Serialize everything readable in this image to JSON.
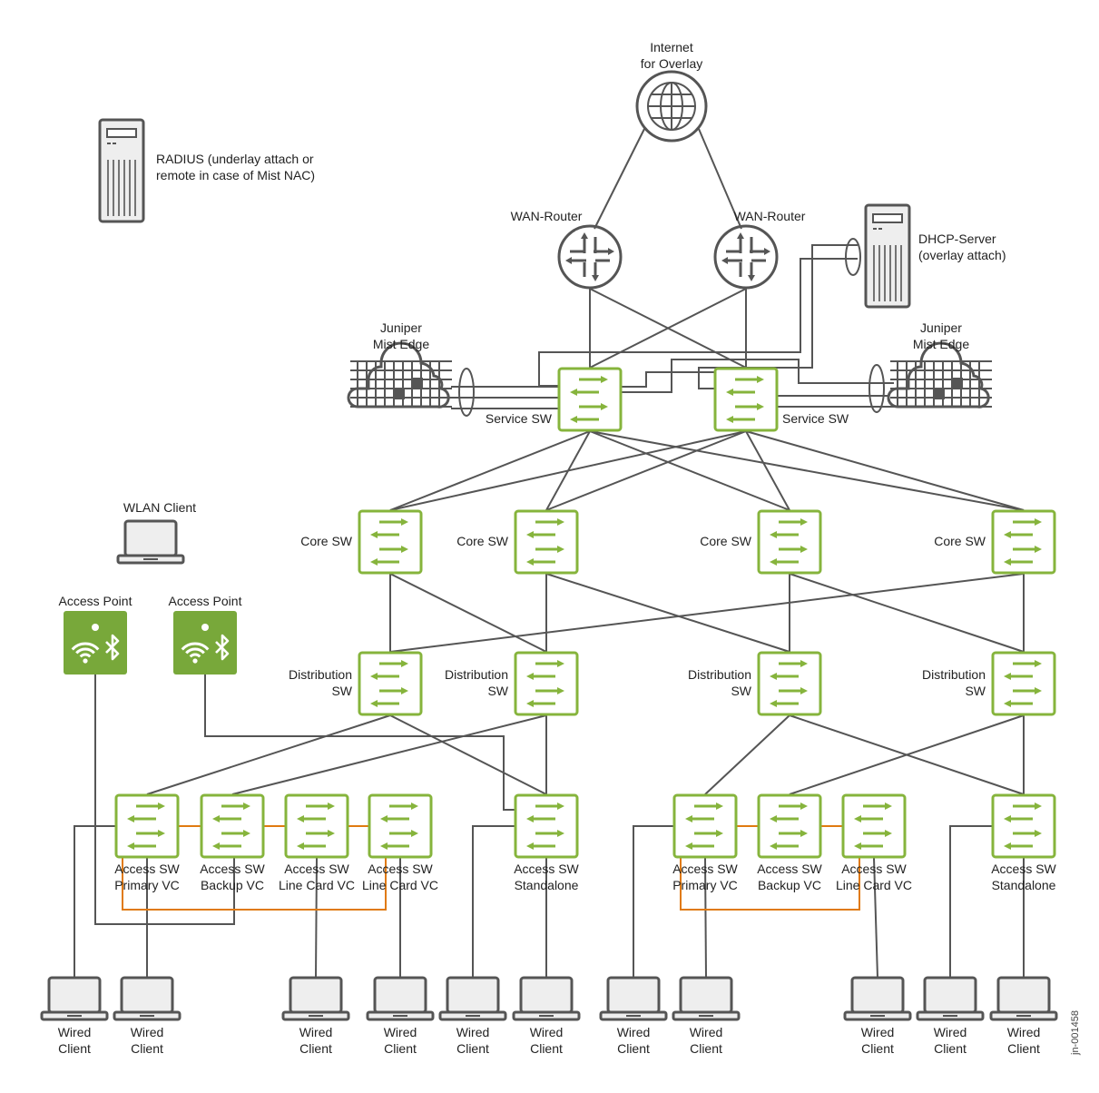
{
  "title": "Campus fabric network topology with Juniper Mist Edge",
  "figure_id": "jn-001458",
  "colors": {
    "switch_green": "#86b43c",
    "access_point_green": "#78a83a",
    "link_gray": "#555555",
    "vc_orange": "#e07a10",
    "device_fill": "#eeeeee"
  },
  "nodes": {
    "internet": {
      "type": "internet",
      "label_lines": [
        "Internet",
        "for Overlay"
      ]
    },
    "wan1": {
      "type": "router",
      "label_lines": [
        "WAN-Router"
      ]
    },
    "wan2": {
      "type": "router",
      "label_lines": [
        "WAN-Router"
      ]
    },
    "radius": {
      "type": "server",
      "label_lines": [
        "RADIUS (underlay attach or",
        "remote in case of Mist NAC)"
      ]
    },
    "dhcp": {
      "type": "server",
      "label_lines": [
        "DHCP-Server",
        "(overlay attach)"
      ]
    },
    "mist1": {
      "type": "mist-edge",
      "label_lines": [
        "Juniper",
        "Mist Edge"
      ]
    },
    "mist2": {
      "type": "mist-edge",
      "label_lines": [
        "Juniper",
        "Mist Edge"
      ]
    },
    "svc1": {
      "type": "switch",
      "label_lines": [
        "Service SW"
      ]
    },
    "svc2": {
      "type": "switch",
      "label_lines": [
        "Service SW"
      ]
    },
    "core1": {
      "type": "switch",
      "label_lines": [
        "Core SW"
      ]
    },
    "core2": {
      "type": "switch",
      "label_lines": [
        "Core SW"
      ]
    },
    "core3": {
      "type": "switch",
      "label_lines": [
        "Core SW"
      ]
    },
    "core4": {
      "type": "switch",
      "label_lines": [
        "Core SW"
      ]
    },
    "dist1": {
      "type": "switch",
      "label_lines": [
        "Distribution",
        "SW"
      ]
    },
    "dist2": {
      "type": "switch",
      "label_lines": [
        "Distribution",
        "SW"
      ]
    },
    "dist3": {
      "type": "switch",
      "label_lines": [
        "Distribution",
        "SW"
      ]
    },
    "dist4": {
      "type": "switch",
      "label_lines": [
        "Distribution",
        "SW"
      ]
    },
    "acc1": {
      "type": "switch",
      "label_lines": [
        "Access SW",
        "Primary VC"
      ]
    },
    "acc2": {
      "type": "switch",
      "label_lines": [
        "Access SW",
        "Backup VC"
      ]
    },
    "acc3": {
      "type": "switch",
      "label_lines": [
        "Access SW",
        "Line Card VC"
      ]
    },
    "acc4": {
      "type": "switch",
      "label_lines": [
        "Access SW",
        "Line Card VC"
      ]
    },
    "acc5": {
      "type": "switch",
      "label_lines": [
        "Access SW",
        "Standalone"
      ]
    },
    "acc6": {
      "type": "switch",
      "label_lines": [
        "Access SW",
        "Primary VC"
      ]
    },
    "acc7": {
      "type": "switch",
      "label_lines": [
        "Access SW",
        "Backup VC"
      ]
    },
    "acc8": {
      "type": "switch",
      "label_lines": [
        "Access SW",
        "Line Card VC"
      ]
    },
    "acc9": {
      "type": "switch",
      "label_lines": [
        "Access SW",
        "Standalone"
      ]
    },
    "ap1": {
      "type": "access-point",
      "label_lines": [
        "Access Point"
      ]
    },
    "ap2": {
      "type": "access-point",
      "label_lines": [
        "Access Point"
      ]
    },
    "wlan": {
      "type": "laptop",
      "label_lines": [
        "WLAN Client"
      ]
    },
    "c1": {
      "type": "laptop",
      "label_lines": [
        "Wired",
        "Client"
      ]
    },
    "c2": {
      "type": "laptop",
      "label_lines": [
        "Wired",
        "Client"
      ]
    },
    "c3": {
      "type": "laptop",
      "label_lines": [
        "Wired",
        "Client"
      ]
    },
    "c4": {
      "type": "laptop",
      "label_lines": [
        "Wired",
        "Client"
      ]
    },
    "c5": {
      "type": "laptop",
      "label_lines": [
        "Wired",
        "Client"
      ]
    },
    "c6": {
      "type": "laptop",
      "label_lines": [
        "Wired",
        "Client"
      ]
    },
    "c7": {
      "type": "laptop",
      "label_lines": [
        "Wired",
        "Client"
      ]
    },
    "c8": {
      "type": "laptop",
      "label_lines": [
        "Wired",
        "Client"
      ]
    },
    "c9": {
      "type": "laptop",
      "label_lines": [
        "Wired",
        "Client"
      ]
    },
    "c10": {
      "type": "laptop",
      "label_lines": [
        "Wired",
        "Client"
      ]
    },
    "c11": {
      "type": "laptop",
      "label_lines": [
        "Wired",
        "Client"
      ]
    }
  },
  "links": [
    [
      "internet",
      "wan1"
    ],
    [
      "internet",
      "wan2"
    ],
    [
      "wan1",
      "svc1"
    ],
    [
      "wan1",
      "svc2"
    ],
    [
      "wan2",
      "svc1"
    ],
    [
      "wan2",
      "svc2"
    ],
    [
      "svc1",
      "core1"
    ],
    [
      "svc1",
      "core2"
    ],
    [
      "svc1",
      "core3"
    ],
    [
      "svc1",
      "core4"
    ],
    [
      "svc2",
      "core1"
    ],
    [
      "svc2",
      "core2"
    ],
    [
      "svc2",
      "core3"
    ],
    [
      "svc2",
      "core4"
    ],
    [
      "core1",
      "dist1"
    ],
    [
      "core1",
      "dist2"
    ],
    [
      "core2",
      "dist2"
    ],
    [
      "core2",
      "dist3"
    ],
    [
      "core3",
      "dist3"
    ],
    [
      "core3",
      "dist4"
    ],
    [
      "core4",
      "dist1"
    ],
    [
      "core4",
      "dist4"
    ],
    [
      "dist1",
      "acc1"
    ],
    [
      "dist1",
      "acc5"
    ],
    [
      "dist2",
      "acc2"
    ],
    [
      "dist2",
      "acc5"
    ],
    [
      "dist3",
      "acc6"
    ],
    [
      "dist3",
      "acc9"
    ],
    [
      "dist4",
      "acc7"
    ],
    [
      "dist4",
      "acc9"
    ],
    [
      "acc1",
      "c2"
    ],
    [
      "acc3",
      "c3"
    ],
    [
      "acc4",
      "c4"
    ],
    [
      "acc5",
      "c6"
    ],
    [
      "acc6",
      "c8"
    ],
    [
      "acc8",
      "c9"
    ],
    [
      "acc9",
      "c11"
    ],
    [
      "acc1",
      "c1"
    ],
    [
      "acc5",
      "c5"
    ],
    [
      "acc6",
      "c7"
    ],
    [
      "acc9",
      "c10"
    ],
    [
      "ap1",
      "acc2"
    ],
    [
      "ap2",
      "acc5"
    ],
    [
      "mist1",
      "svc1"
    ],
    [
      "mist1",
      "svc2"
    ],
    [
      "mist2",
      "svc1"
    ],
    [
      "mist2",
      "svc2"
    ],
    [
      "dhcp",
      "svc1"
    ],
    [
      "dhcp",
      "svc2"
    ]
  ],
  "vc_links": [
    [
      "acc1",
      "acc2"
    ],
    [
      "acc2",
      "acc3"
    ],
    [
      "acc3",
      "acc4"
    ],
    [
      "acc1",
      "acc4"
    ],
    [
      "acc6",
      "acc7"
    ],
    [
      "acc7",
      "acc8"
    ],
    [
      "acc6",
      "acc8"
    ]
  ]
}
